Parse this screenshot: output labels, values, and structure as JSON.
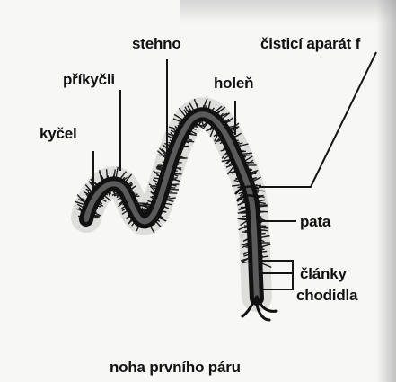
{
  "labels": {
    "stehno": "stehno",
    "cistici_aparat": "čisticí aparát f",
    "prikycli": "příkyčli",
    "holen": "holeň",
    "kycel": "kyčel",
    "pata": "pata",
    "clanky": "články",
    "chodidla": "chodidla"
  },
  "caption": "noha prvního páru",
  "colors": {
    "ink": "#111111",
    "paper": "#f7f7f6"
  }
}
